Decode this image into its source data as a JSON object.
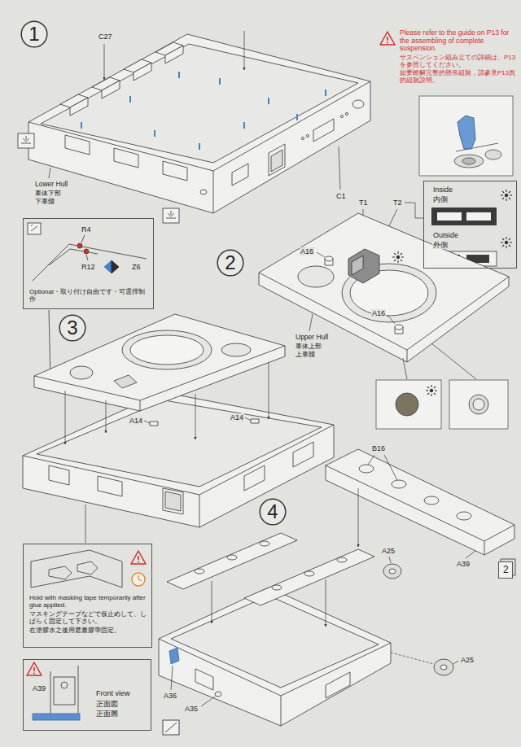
{
  "diagram": {
    "nodes": [
      {
        "text": [
          "1"
        ]
      },
      {
        "text": [
          "Inside",
          "内側",
          "Outside",
          "外側"
        ]
      },
      {
        "text": [
          "2"
        ]
      },
      {
        "text": [
          "R4",
          "R12",
          "Z6",
          "Optional・取り付け自由です・可選擇制作"
        ]
      },
      {
        "text": [
          "3"
        ]
      },
      {
        "text": [
          "2"
        ]
      },
      {
        "text": [
          "4"
        ]
      },
      {
        "text": [
          "Hold with masking tape temporarily after glue applied.",
          "マスキングテープなどで仮止めして、しばらく固定して下さい。",
          "在塗膠水之後用遮蓋膠帶固定。"
        ]
      },
      {
        "text": [
          "A39",
          "Front view",
          "正面図",
          "正面圖"
        ]
      }
    ],
    "labels": [
      "Please refer to the guide on P13 for the assembling of complete suspension.",
      "サスペンション組み立ての詳細は、P13を参照してください。",
      "如要瞭解完整的懸吊組裝，請參見P13頁的組裝說明。",
      "C27",
      "Lower Hull",
      "車体下部",
      "下車體",
      "C1",
      "T1",
      "T2",
      "A16",
      "A16",
      "Upper Hull",
      "車体上部",
      "上車體",
      "A14",
      "A14",
      "B16",
      "A39",
      "A25",
      "A25",
      "A36",
      "A35"
    ]
  }
}
